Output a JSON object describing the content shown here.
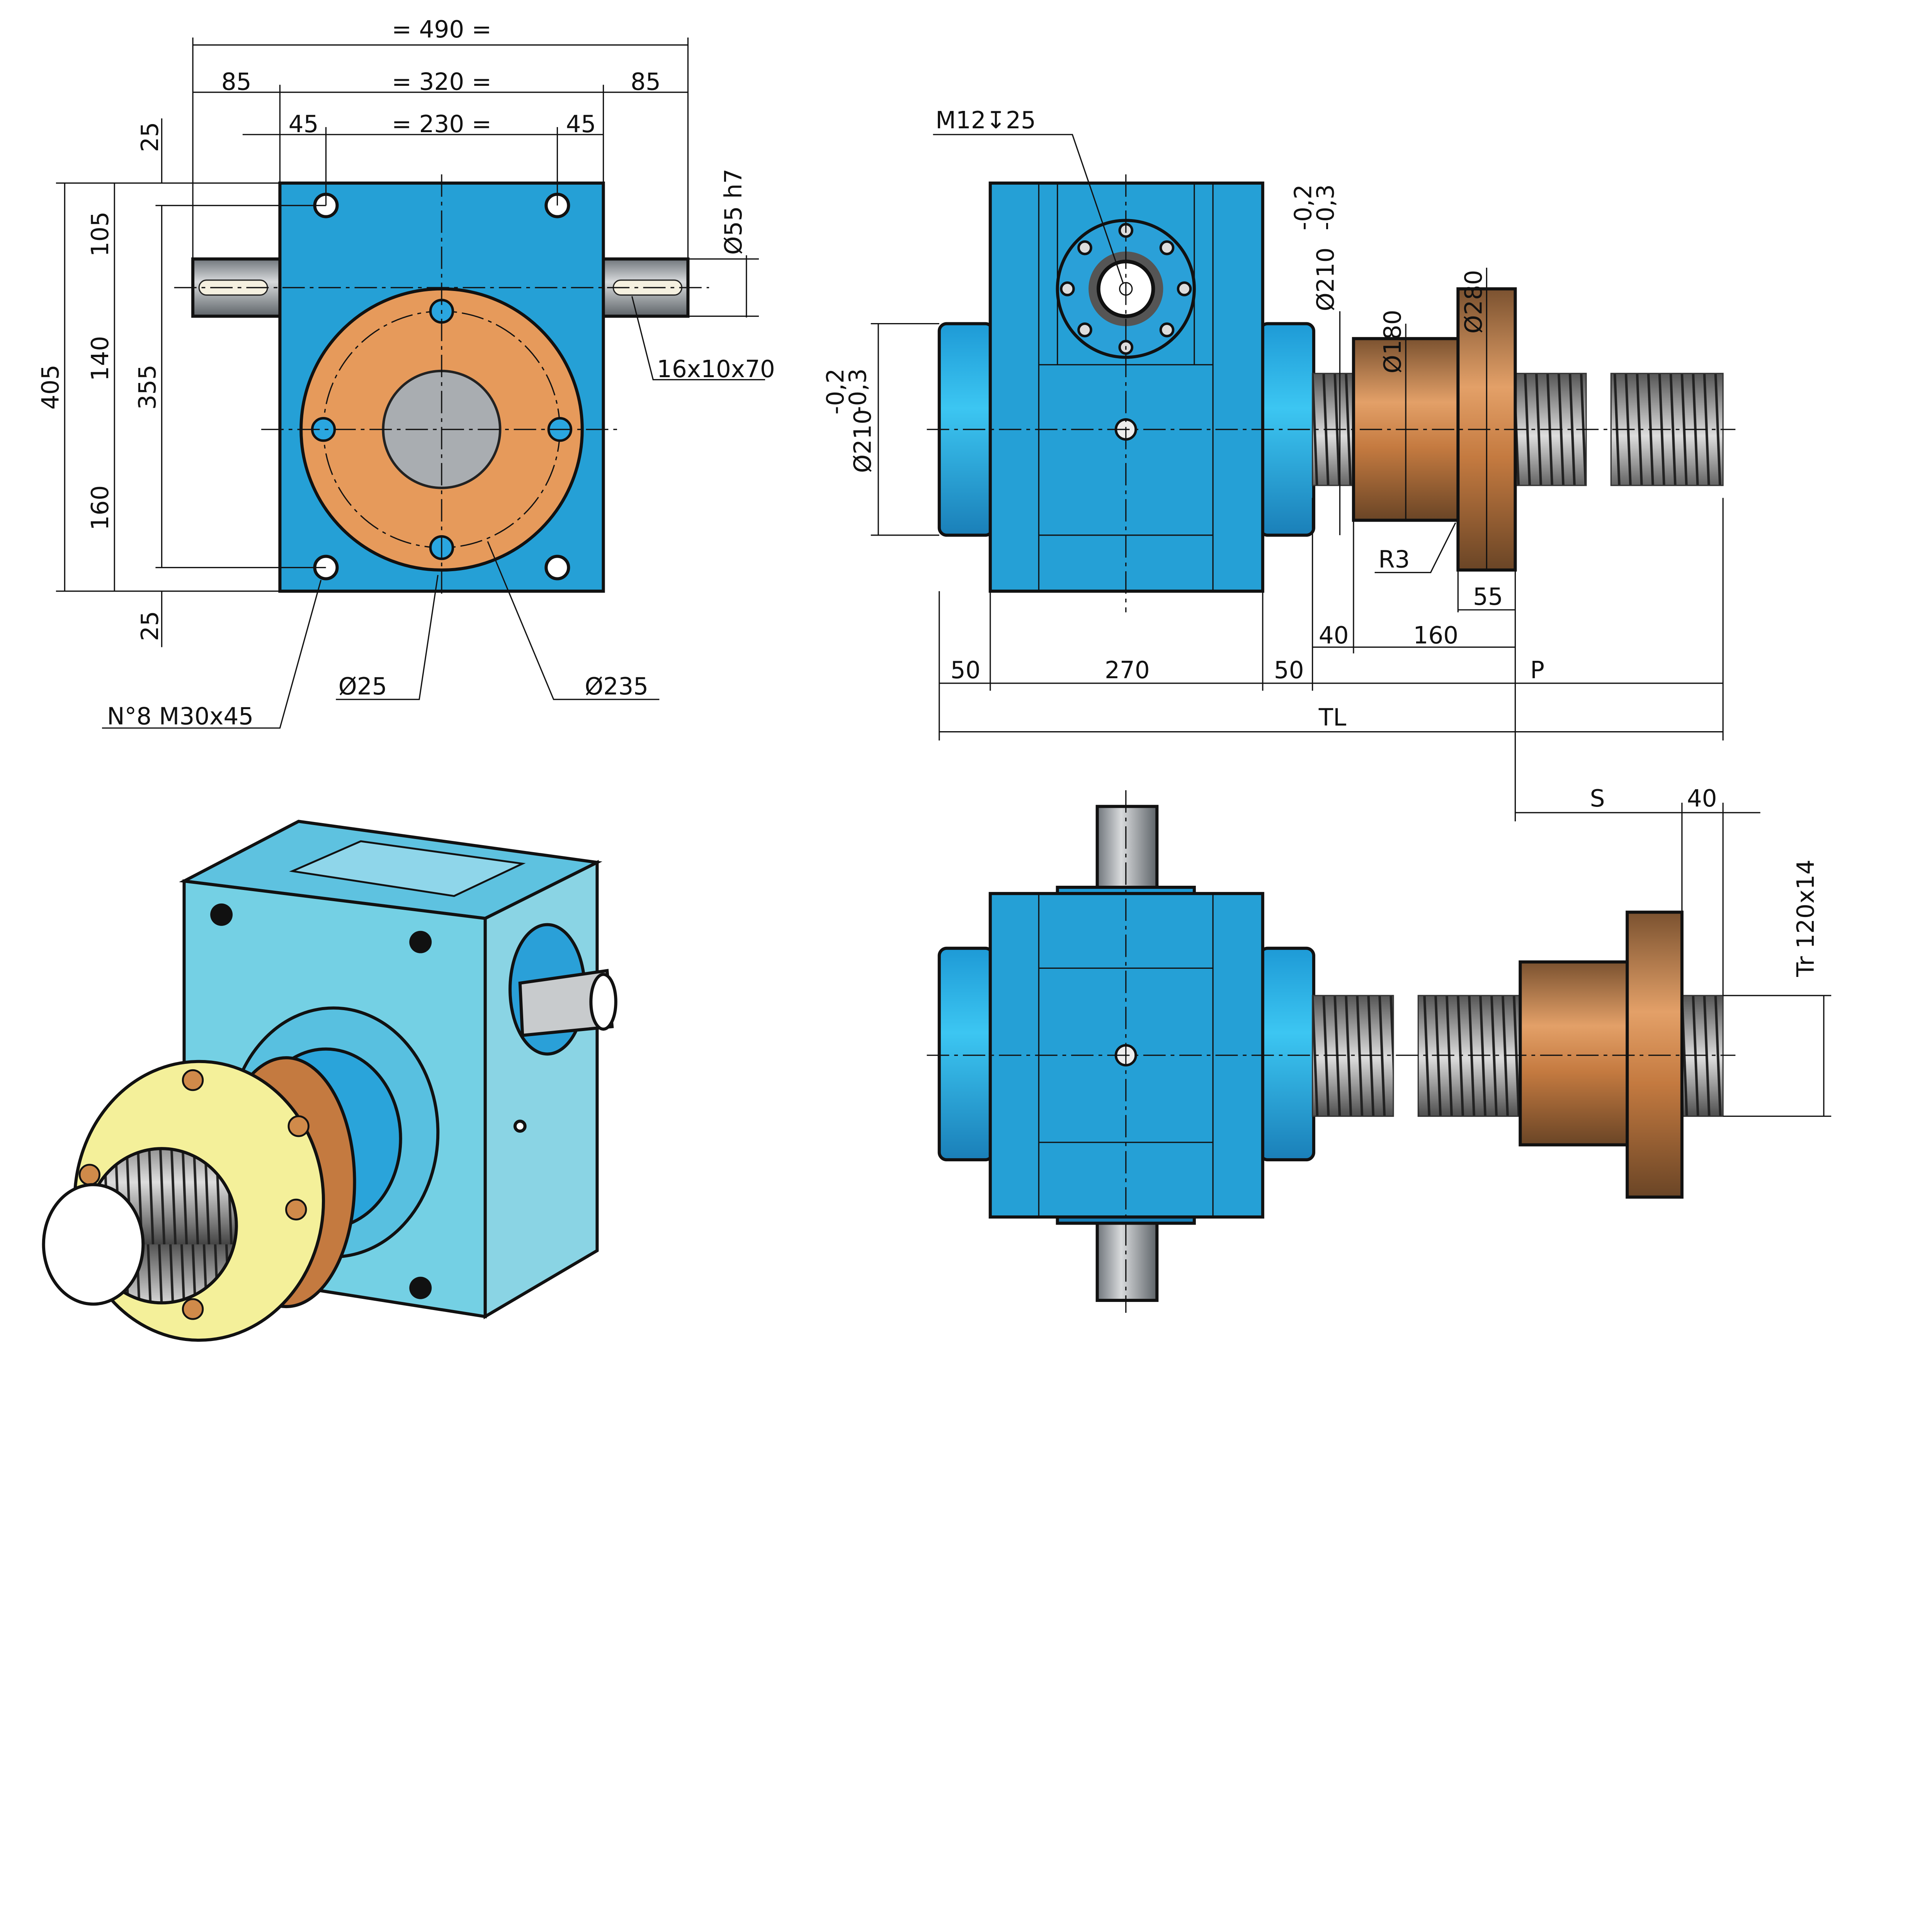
{
  "colors": {
    "housing": "#25a0d6",
    "iso_housing": "#74d0e4",
    "bronze": "#c7834a",
    "flange_orange": "#e69a5b",
    "shaft": "#9aa0a6",
    "nut_face": "#f4f09a"
  },
  "top_view": {
    "dims": [
      "= 490 =",
      "85",
      "= 320 =",
      "85",
      "45",
      "= 230 =",
      "45",
      "25",
      "105",
      "140",
      "160",
      "25",
      "405",
      "355"
    ],
    "callouts": {
      "shaft": "Ø55 h7",
      "key": "16x10x70",
      "holes": "N°8 M30x45",
      "small_hole": "Ø25",
      "pitch_circle": "Ø235"
    }
  },
  "front_view": {
    "callouts": {
      "tapped_hole": "M12",
      "depth_symbol": "↧",
      "depth": "25",
      "radius": "R3"
    },
    "dims": {
      "housing_dia": "Ø210",
      "tol_upper": "-0,2",
      "tol_lower": "-0,3",
      "nut_dia": "Ø180",
      "flange_dia": "Ø280",
      "flange_thk": "55",
      "gap": "40",
      "nut_len": "160",
      "left": "50",
      "body": "270",
      "right": "50",
      "stroke_p": "P",
      "total": "TL"
    }
  },
  "side_view": {
    "dims": {
      "stroke": "S",
      "end": "40",
      "thread": "Tr 120x14"
    }
  }
}
